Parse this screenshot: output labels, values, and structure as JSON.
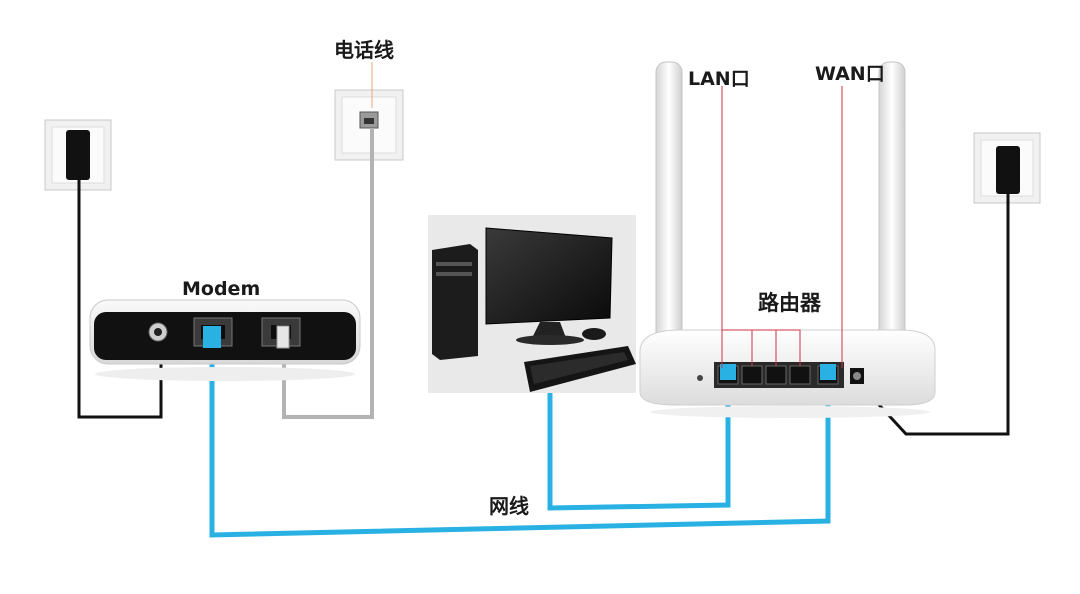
{
  "labels": {
    "phone_line": "电话线",
    "modem": "Modem",
    "lan_port": "LAN口",
    "wan_port": "WAN口",
    "router": "路由器",
    "network_cable": "网线"
  },
  "colors": {
    "network_cable": "#29b1e3",
    "power_cable": "#111111",
    "phone_cable": "#b3b3b3",
    "port_marker": "#cc3344"
  },
  "icons": [
    "power-outlet-icon",
    "phone-wall-jack-icon",
    "modem-icon",
    "computer-icon",
    "router-icon"
  ]
}
